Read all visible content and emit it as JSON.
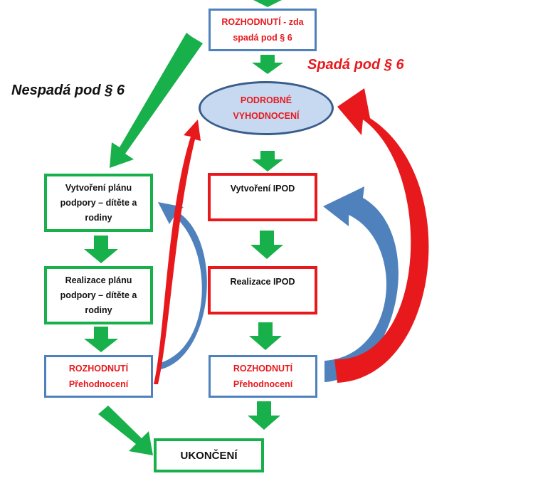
{
  "labels": {
    "nespada": "Nespadá pod § 6",
    "spada": "Spadá pod § 6"
  },
  "boxes": {
    "rozhodnuti_top": {
      "line1": "ROZHODNUTÍ  - zda",
      "line2": "spadá pod § 6"
    },
    "podrobne": {
      "line1": "PODROBNÉ",
      "line2": "VYHODNOCENÍ"
    },
    "vytvoreni_planu": {
      "line1": "Vytvoření plánu",
      "line2": "podpory – dítěte a",
      "line3": "rodiny"
    },
    "realizace_planu": {
      "line1": "Realizace plánu",
      "line2": "podpory – dítěte a",
      "line3": "rodiny"
    },
    "rozhodnuti_left": {
      "line1": "ROZHODNUTÍ",
      "line2": "Přehodnocení"
    },
    "vytvoreni_ipod": {
      "line1": "Vytvoření IPOD"
    },
    "realizace_ipod": {
      "line1": "Realizace IPOD"
    },
    "rozhodnuti_right": {
      "line1": "ROZHODNUTÍ",
      "line2": "Přehodnocení"
    },
    "ukonceni": {
      "line1": "UKONČENÍ"
    }
  },
  "colors": {
    "green_arrow": "#18b04a",
    "red_arrow": "#e8191d",
    "blue_arrow": "#4f81bd",
    "ellipse_fill": "#c6d9f0"
  }
}
